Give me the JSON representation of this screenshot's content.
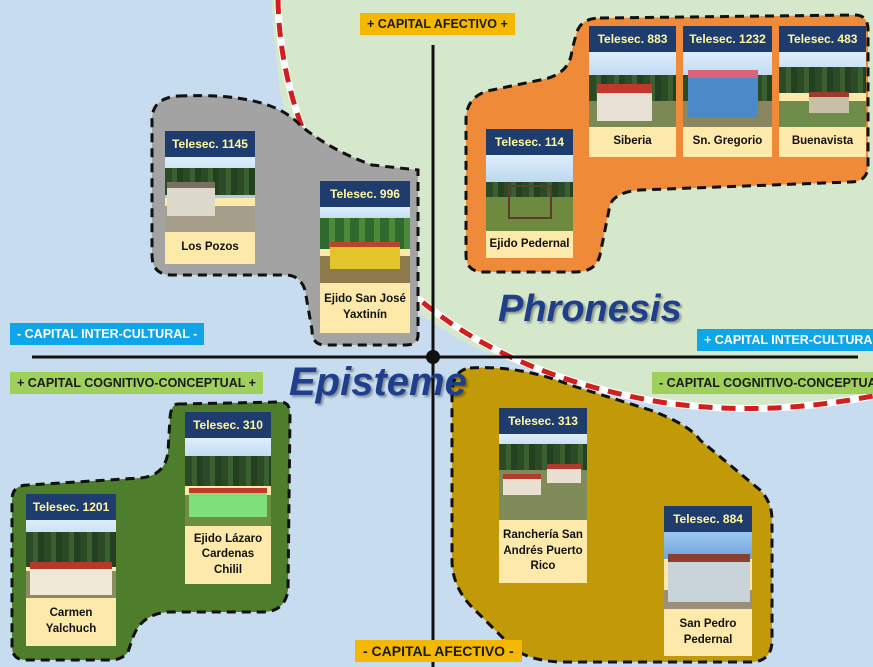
{
  "axes": {
    "top": "+ CAPITAL AFECTIVO +",
    "bottom": "- CAPITAL AFECTIVO -",
    "left": "- CAPITAL INTER-CULTURAL -",
    "right": "+ CAPITAL INTER-CULTURAL +",
    "left_green": "+ CAPITAL COGNITIVO-CONCEPTUAL +",
    "right_green": "- CAPITAL COGNITIVO-CONCEPTUAL -"
  },
  "regions": {
    "phronesis": "Phronesis",
    "episteme": "Episteme"
  },
  "colors": {
    "background": "#c7dcee",
    "phronesis_zone": "#d6e8cc",
    "orange_group": "#ee8a38",
    "gray_group": "#a3a3a3",
    "green_group": "#4e7d2b",
    "gold_group": "#c29a07",
    "card_header": "#1f3c6e",
    "card_body": "#fde9a9",
    "divider": "#d11f1f"
  },
  "schools": [
    {
      "id": "Telesec. 883",
      "name": "Siberia"
    },
    {
      "id": "Telesec. 1232",
      "name": "Sn. Gregorio"
    },
    {
      "id": "Telesec. 483",
      "name": "Buenavista"
    },
    {
      "id": "Telesec. 114",
      "name": "Ejido Pedernal"
    },
    {
      "id": "Telesec. 1145",
      "name": "Los Pozos"
    },
    {
      "id": "Telesec. 996",
      "name": "Ejido San José Yaxtinín"
    },
    {
      "id": "Telesec. 310",
      "name": "Ejido Lázaro Cardenas Chilil"
    },
    {
      "id": "Telesec. 1201",
      "name": "Carmen Yalchuch"
    },
    {
      "id": "Telesec. 313",
      "name": "Ranchería San Andrés Puerto Rico"
    },
    {
      "id": "Telesec. 884",
      "name": "San Pedro Pedernal"
    }
  ]
}
